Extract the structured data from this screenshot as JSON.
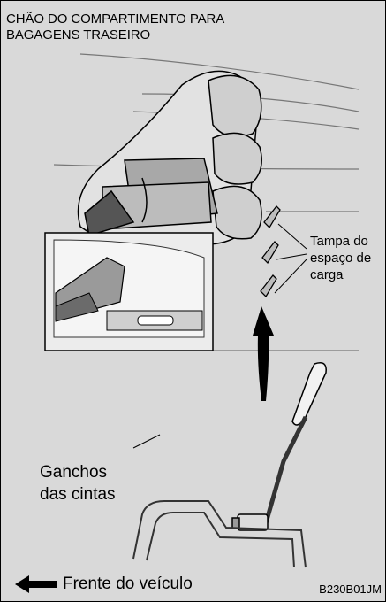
{
  "title_line1": "CHÃO DO COMPARTIMENTO PARA",
  "title_line2": "BAGAGENS TRASEIRO",
  "callout_cover": [
    "Tampa do",
    "espaço de",
    "carga"
  ],
  "callout_hooks": [
    "Ganchos",
    "das cintas"
  ],
  "front_label": "Frente do veículo",
  "figure_code": "B230B01JM",
  "colors": {
    "background": "#d9d9d9",
    "seat": "#d6d6d6",
    "dark": "#3a3a3a",
    "line": "#000000"
  },
  "icons": [
    "front-direction-arrow-icon",
    "upward-arrow-icon"
  ]
}
